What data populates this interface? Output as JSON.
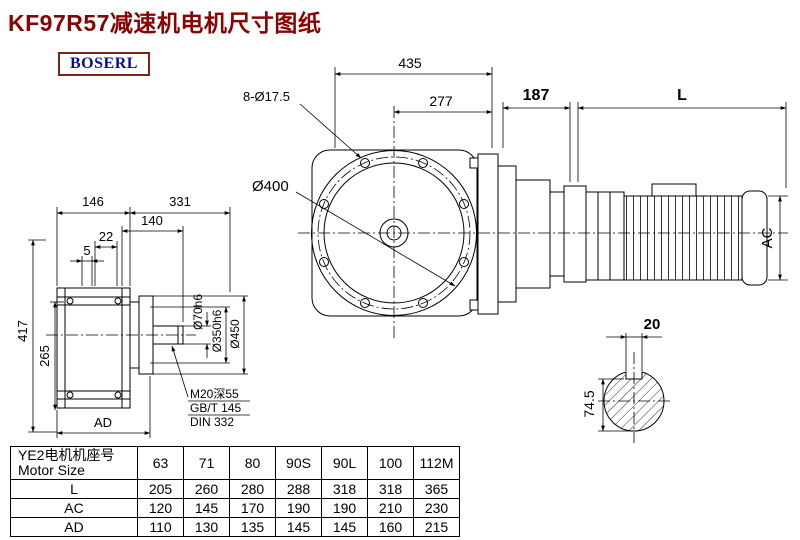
{
  "page": {
    "title": "KF97R57减速机电机尺寸图纸",
    "logo_text": "BOSERL"
  },
  "front_view": {
    "overall_width": "435",
    "bolt_holes": "8-Ø17.5",
    "center_to_face": "277",
    "flange_diameter": "Ø400"
  },
  "side_view": {
    "adapter_length": "187",
    "motor_length": "L",
    "motor_diameter": "AC"
  },
  "left_view": {
    "dim_146": "146",
    "dim_331": "331",
    "dim_140": "140",
    "dim_22": "22",
    "dim_5": "5",
    "dim_417": "417",
    "dim_265": "265",
    "dim_ad": "AD",
    "shaft_diameter": "Ø70h6",
    "spigot_diameter": "Ø350h6",
    "flange_outer_diameter": "Ø450",
    "tapped_hole": "M20深55",
    "standard_gb": "GB/T 145",
    "standard_din": "DIN 332"
  },
  "shaft_section": {
    "key_width": "20",
    "key_depth": "74.5"
  },
  "table": {
    "header_line1": "YE2电机机座号",
    "header_line2": "Motor Size",
    "sizes": [
      "63",
      "71",
      "80",
      "90S",
      "90L",
      "100",
      "112M"
    ],
    "rows": [
      {
        "label": "L",
        "values": [
          "205",
          "260",
          "280",
          "288",
          "318",
          "318",
          "365"
        ]
      },
      {
        "label": "AC",
        "values": [
          "120",
          "145",
          "170",
          "190",
          "190",
          "210",
          "230"
        ]
      },
      {
        "label": "AD",
        "values": [
          "110",
          "130",
          "135",
          "145",
          "145",
          "160",
          "215"
        ]
      }
    ]
  }
}
